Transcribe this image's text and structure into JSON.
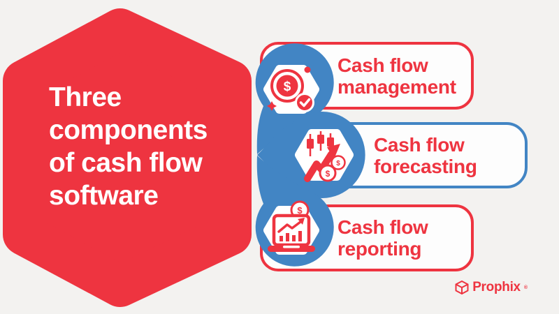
{
  "colors": {
    "red": "#ee3440",
    "blue": "#4285c4",
    "bg": "#f3f2f0",
    "card": "#fdfdfd",
    "white": "#ffffff"
  },
  "title": {
    "lines": [
      "Three",
      "components",
      "of cash flow",
      "software"
    ]
  },
  "cards": [
    {
      "line1": "Cash flow",
      "line2": "management",
      "border_color": "red",
      "icon": "coin-check-icon"
    },
    {
      "line1": "Cash flow",
      "line2": "forecasting",
      "border_color": "blue",
      "icon": "candlestick-growth-icon"
    },
    {
      "line1": "Cash flow",
      "line2": "reporting",
      "border_color": "red",
      "icon": "laptop-chart-icon"
    }
  ],
  "icons": {
    "dollar": "$"
  },
  "logo": {
    "text": "Prophix",
    "mark": "®"
  }
}
